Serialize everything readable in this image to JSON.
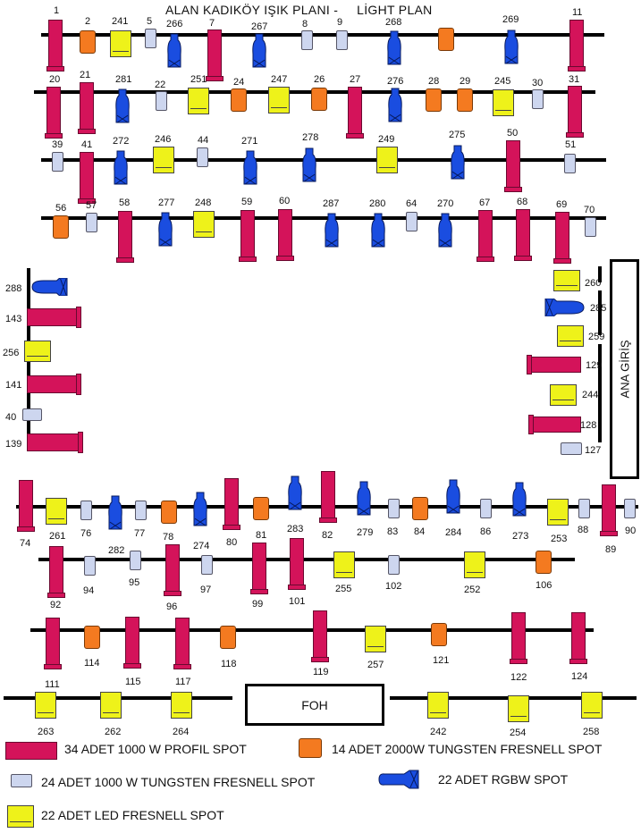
{
  "title": "ALAN KADIKÖY IŞIK PLANI -     LİGHT PLAN",
  "foh_label": "FOH",
  "entrance_label": "ANA GİRİŞ",
  "colors": {
    "profile": "#d4135a",
    "tungsten_2000": "#f47a20",
    "tungsten_1000": "#cdd6ef",
    "rgbw": "#1a4de0",
    "led": "#eef21a"
  },
  "legend": [
    {
      "type": "profile",
      "text": "34 ADET 1000 W PROFIL SPOT"
    },
    {
      "type": "tungsten_2000",
      "text": "14 ADET 2000W TUNGSTEN FRESNELL SPOT"
    },
    {
      "type": "tungsten_1000",
      "text": "24 ADET 1000 W TUNGSTEN FRESNELL SPOT"
    },
    {
      "type": "rgbw",
      "text": "22 ADET RGBW SPOT"
    },
    {
      "type": "led",
      "text": "22 ADET LED FRESNELL SPOT"
    }
  ],
  "fixtures": [
    {
      "id": "1",
      "type": "profile"
    },
    {
      "id": "2",
      "type": "tungsten_2000"
    },
    {
      "id": "241",
      "type": "led"
    },
    {
      "id": "5",
      "type": "tungsten_1000"
    },
    {
      "id": "266",
      "type": "rgbw"
    },
    {
      "id": "7",
      "type": "profile"
    },
    {
      "id": "267",
      "type": "rgbw"
    },
    {
      "id": "8",
      "type": "tungsten_1000"
    },
    {
      "id": "9",
      "type": "tungsten_1000"
    },
    {
      "id": "268",
      "type": "rgbw"
    },
    {
      "id": "",
      "type": "tungsten_2000"
    },
    {
      "id": "269",
      "type": "rgbw"
    },
    {
      "id": "11",
      "type": "profile"
    },
    {
      "id": "20",
      "type": "profile"
    },
    {
      "id": "21",
      "type": "profile"
    },
    {
      "id": "281",
      "type": "rgbw"
    },
    {
      "id": "22",
      "type": "tungsten_1000"
    },
    {
      "id": "251",
      "type": "led"
    },
    {
      "id": "24",
      "type": "tungsten_2000"
    },
    {
      "id": "247",
      "type": "led"
    },
    {
      "id": "26",
      "type": "tungsten_2000"
    },
    {
      "id": "27",
      "type": "profile"
    },
    {
      "id": "276",
      "type": "rgbw"
    },
    {
      "id": "28",
      "type": "tungsten_2000"
    },
    {
      "id": "29",
      "type": "tungsten_2000"
    },
    {
      "id": "245",
      "type": "led"
    },
    {
      "id": "30",
      "type": "tungsten_1000"
    },
    {
      "id": "31",
      "type": "profile"
    },
    {
      "id": "39",
      "type": "tungsten_1000"
    },
    {
      "id": "41",
      "type": "profile"
    },
    {
      "id": "272",
      "type": "rgbw"
    },
    {
      "id": "246",
      "type": "led"
    },
    {
      "id": "44",
      "type": "tungsten_1000"
    },
    {
      "id": "271",
      "type": "rgbw"
    },
    {
      "id": "278",
      "type": "rgbw"
    },
    {
      "id": "249",
      "type": "led"
    },
    {
      "id": "275",
      "type": "rgbw"
    },
    {
      "id": "50",
      "type": "profile"
    },
    {
      "id": "51",
      "type": "tungsten_1000"
    },
    {
      "id": "56",
      "type": "tungsten_2000"
    },
    {
      "id": "57",
      "type": "tungsten_1000"
    },
    {
      "id": "58",
      "type": "profile"
    },
    {
      "id": "277",
      "type": "rgbw"
    },
    {
      "id": "248",
      "type": "led"
    },
    {
      "id": "59",
      "type": "profile"
    },
    {
      "id": "60",
      "type": "profile"
    },
    {
      "id": "287",
      "type": "rgbw"
    },
    {
      "id": "280",
      "type": "rgbw"
    },
    {
      "id": "64",
      "type": "tungsten_1000"
    },
    {
      "id": "270",
      "type": "rgbw"
    },
    {
      "id": "67",
      "type": "profile"
    },
    {
      "id": "68",
      "type": "profile"
    },
    {
      "id": "69",
      "type": "profile"
    },
    {
      "id": "70",
      "type": "tungsten_1000"
    },
    {
      "id": "288",
      "type": "rgbw"
    },
    {
      "id": "143",
      "type": "profile"
    },
    {
      "id": "256",
      "type": "led"
    },
    {
      "id": "141",
      "type": "profile"
    },
    {
      "id": "40",
      "type": "tungsten_1000"
    },
    {
      "id": "139",
      "type": "profile"
    },
    {
      "id": "260",
      "type": "led"
    },
    {
      "id": "285",
      "type": "rgbw"
    },
    {
      "id": "259",
      "type": "led"
    },
    {
      "id": "129",
      "type": "profile"
    },
    {
      "id": "244",
      "type": "led"
    },
    {
      "id": "128",
      "type": "profile"
    },
    {
      "id": "127",
      "type": "tungsten_1000"
    },
    {
      "id": "74",
      "type": "profile"
    },
    {
      "id": "261",
      "type": "led"
    },
    {
      "id": "76",
      "type": "tungsten_1000"
    },
    {
      "id": "282",
      "type": "rgbw"
    },
    {
      "id": "77",
      "type": "tungsten_1000"
    },
    {
      "id": "78",
      "type": "tungsten_2000"
    },
    {
      "id": "274",
      "type": "rgbw"
    },
    {
      "id": "80",
      "type": "profile"
    },
    {
      "id": "81",
      "type": "tungsten_2000"
    },
    {
      "id": "283",
      "type": "rgbw"
    },
    {
      "id": "82",
      "type": "profile"
    },
    {
      "id": "279",
      "type": "rgbw"
    },
    {
      "id": "83",
      "type": "tungsten_1000"
    },
    {
      "id": "84",
      "type": "tungsten_2000"
    },
    {
      "id": "284",
      "type": "rgbw"
    },
    {
      "id": "86",
      "type": "tungsten_1000"
    },
    {
      "id": "273",
      "type": "rgbw"
    },
    {
      "id": "253",
      "type": "led"
    },
    {
      "id": "88",
      "type": "tungsten_1000"
    },
    {
      "id": "89",
      "type": "profile"
    },
    {
      "id": "90",
      "type": "tungsten_1000"
    },
    {
      "id": "92",
      "type": "profile"
    },
    {
      "id": "94",
      "type": "tungsten_1000"
    },
    {
      "id": "95",
      "type": "tungsten_1000"
    },
    {
      "id": "96",
      "type": "profile"
    },
    {
      "id": "97",
      "type": "tungsten_1000"
    },
    {
      "id": "99",
      "type": "profile"
    },
    {
      "id": "101",
      "type": "profile"
    },
    {
      "id": "255",
      "type": "led"
    },
    {
      "id": "102",
      "type": "tungsten_1000"
    },
    {
      "id": "252",
      "type": "led"
    },
    {
      "id": "106",
      "type": "tungsten_2000"
    },
    {
      "id": "111",
      "type": "profile"
    },
    {
      "id": "114",
      "type": "tungsten_2000"
    },
    {
      "id": "115",
      "type": "profile"
    },
    {
      "id": "117",
      "type": "profile"
    },
    {
      "id": "118",
      "type": "tungsten_2000"
    },
    {
      "id": "119",
      "type": "profile"
    },
    {
      "id": "257",
      "type": "led"
    },
    {
      "id": "121",
      "type": "tungsten_2000"
    },
    {
      "id": "122",
      "type": "profile"
    },
    {
      "id": "124",
      "type": "profile"
    },
    {
      "id": "263",
      "type": "led"
    },
    {
      "id": "262",
      "type": "led"
    },
    {
      "id": "264",
      "type": "led"
    },
    {
      "id": "242",
      "type": "led"
    },
    {
      "id": "254",
      "type": "led"
    },
    {
      "id": "258",
      "type": "led"
    }
  ]
}
